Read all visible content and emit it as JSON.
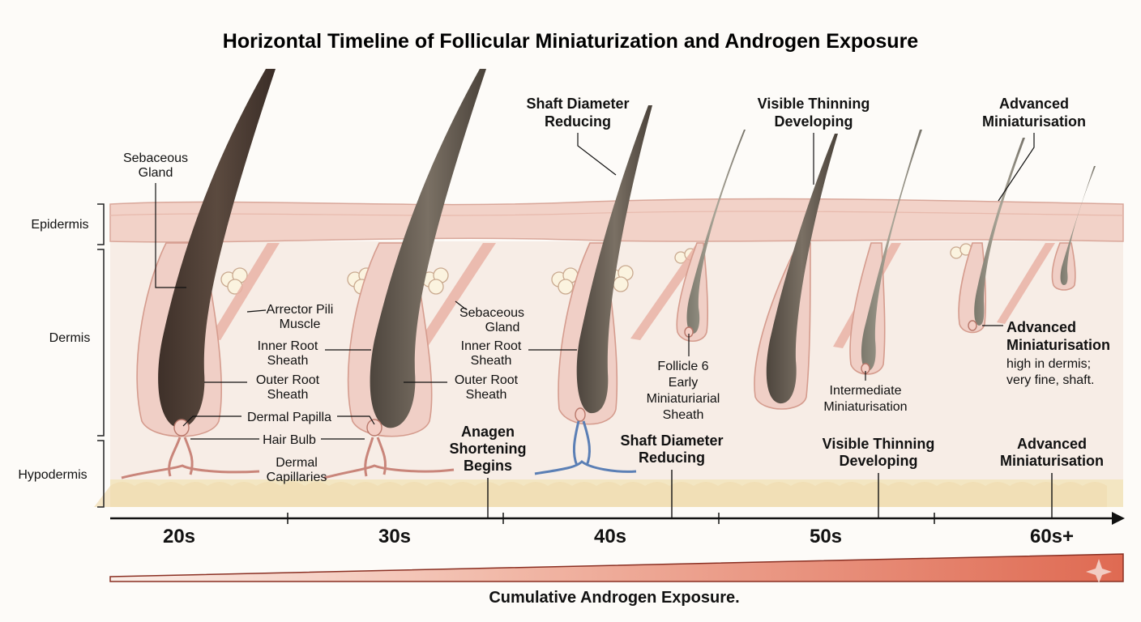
{
  "title": "Horizontal Timeline of Follicular Miniaturization and Androgen Exposure",
  "layers": {
    "epidermis": "Epidermis",
    "dermis": "Dermis",
    "hypodermis": "Hypodermis"
  },
  "follicle1_labels": {
    "sebaceous_gland": [
      "Sebaceous",
      "Gland"
    ],
    "arrector": [
      "Arrector Pili",
      "Muscle"
    ],
    "inner_root": [
      "Inner Root",
      "Sheath"
    ],
    "outer_root": [
      "Outer Root",
      "Sheath"
    ],
    "dermal_papilla": "Dermal Papilla",
    "hair_bulb": "Hair Bulb",
    "capillaries": [
      "Dermal",
      "Capillaries"
    ]
  },
  "follicle2_labels": {
    "sebaceous_gland": [
      "Sebaceous",
      "Gland"
    ],
    "inner_root": [
      "Inner Root",
      "Sheath"
    ],
    "outer_root": [
      "Outer Root",
      "Sheath"
    ]
  },
  "top_callouts": {
    "shaft": [
      "Shaft Diameter",
      "Reducing"
    ],
    "thinning": [
      "Visible Thinning",
      "Developing"
    ],
    "advanced": [
      "Advanced",
      "Miniaturisation"
    ]
  },
  "mid_callouts": {
    "follicle6": [
      "Follicle 6",
      "Early",
      "Miniaturiarial",
      "Sheath"
    ],
    "intermediate": [
      "Intermediate",
      "Miniaturisation"
    ],
    "advanced_title": [
      "Advanced",
      "Miniaturisation"
    ],
    "advanced_desc": [
      "high in dermis;",
      "very fine, shaft."
    ]
  },
  "timeline_markers": {
    "anagen": [
      "Anagen",
      "Shortening",
      "Begins"
    ],
    "shaft": [
      "Shaft Diameter",
      "Reducing"
    ],
    "thinning": [
      "Visible Thinning",
      "Developing"
    ],
    "advanced": [
      "Advanced",
      "Miniaturisation"
    ]
  },
  "decades": [
    "20s",
    "30s",
    "40s",
    "50s",
    "60s+"
  ],
  "footer": "Cumulative Androgen Exposure.",
  "colors": {
    "skin_pink": "#f2d7d0",
    "dermis": "#f7ede6",
    "fat": "#f3e6c2",
    "hair_dark": "#4a3a30",
    "hair_mid": "#6a5e52",
    "hair_light": "#8c8778",
    "muscle": "#e4a89c",
    "vessel_red": "#c9857a",
    "vessel_blue": "#5b7fb5",
    "gradient_start": "#f6ddd4",
    "gradient_end": "#e06a52"
  }
}
